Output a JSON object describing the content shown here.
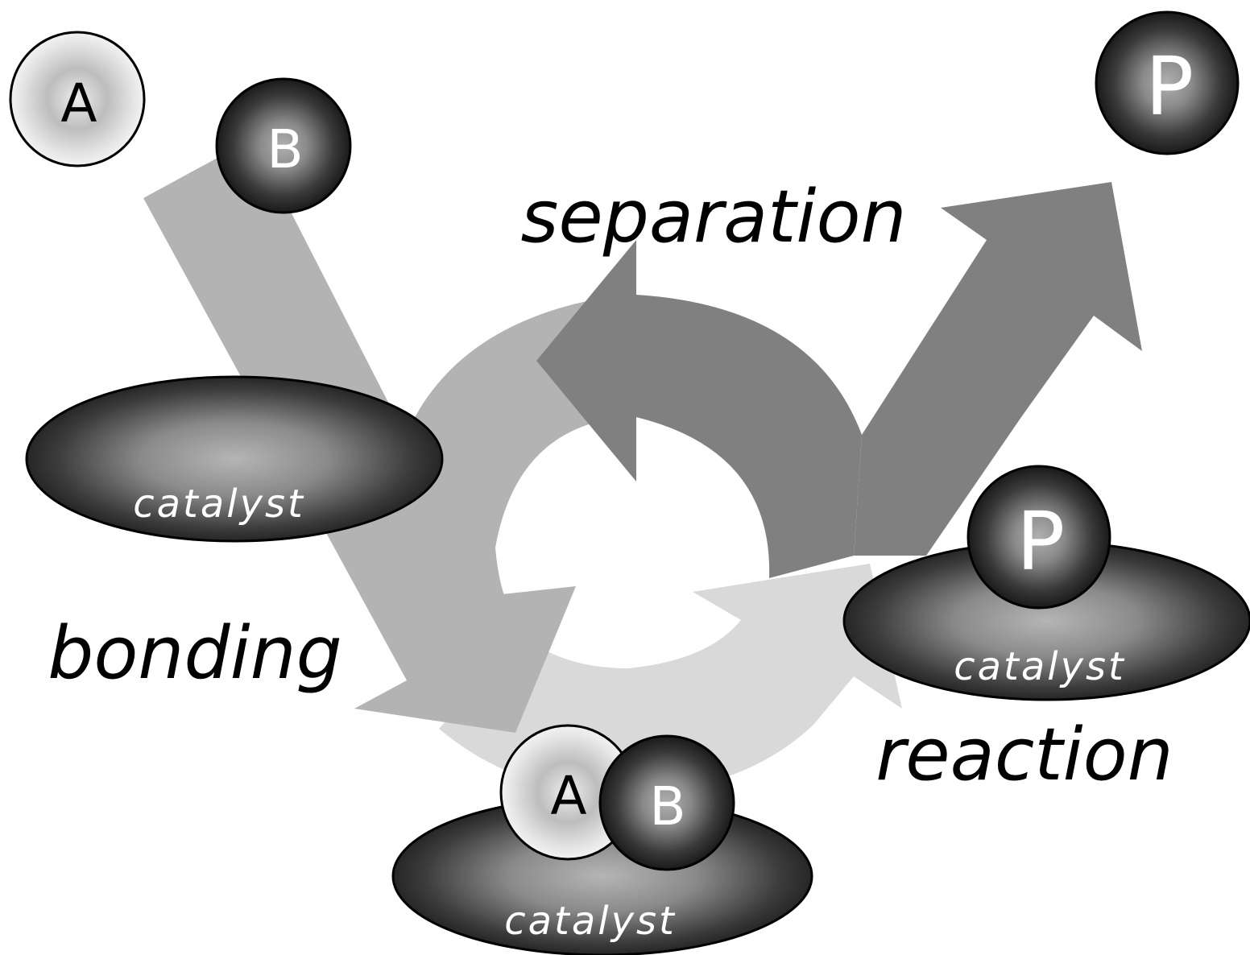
{
  "steps": {
    "separation": "separation",
    "bonding": "bonding",
    "reaction": "reaction"
  },
  "molecules": {
    "a": "A",
    "b": "B",
    "p": "P"
  },
  "catalyst_label": "catalyst",
  "colors": {
    "light_arrow": "#b3b3b3",
    "lighter_arrow": "#d9d9d9",
    "dark_arrow": "#808080",
    "light_molecule": "#e0e0e0",
    "dark_molecule": "#1a1a1a"
  }
}
